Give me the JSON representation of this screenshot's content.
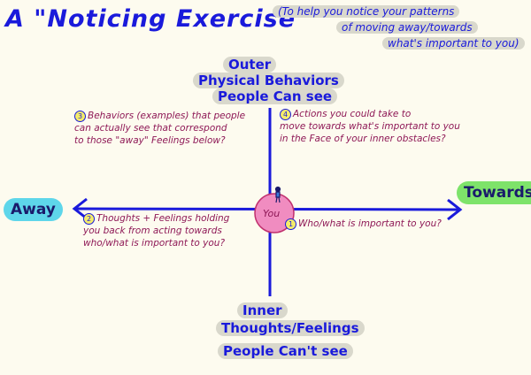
{
  "title": "A \"Noticing Exercise\"",
  "subtitle": [
    "(To help you notice your patterns",
    "of moving away/towards",
    "what's important to you)"
  ],
  "outer": {
    "line1": "Outer",
    "line2": "Physical Behaviors",
    "line3": "People Can see"
  },
  "inner": {
    "line1": "Inner",
    "line2": "Thoughts/Feelings",
    "line3": "People Can't see"
  },
  "away_label": "Away",
  "towards_label": "Towards",
  "center_label": "You",
  "quadrants": [
    {
      "num": "1",
      "text": "Who/what is important to you?"
    },
    {
      "num": "2",
      "lines": [
        "Thoughts + Feelings holding",
        "you back from acting towards",
        "who/what is important to you?"
      ]
    },
    {
      "num": "3",
      "lines": [
        "Behaviors (examples) that people",
        "can actually see that correspond",
        "to those \"away\" Feelings below?"
      ]
    },
    {
      "num": "4",
      "lines": [
        "Actions you could take to",
        "move towards what's important to you",
        "in the Face of your inner obstacles?"
      ]
    }
  ],
  "colors": {
    "ink": "#1a1adb",
    "text": "#8e1856",
    "away": "#5ed6ea",
    "towards": "#7ee36a",
    "you": "#f08cc0"
  }
}
